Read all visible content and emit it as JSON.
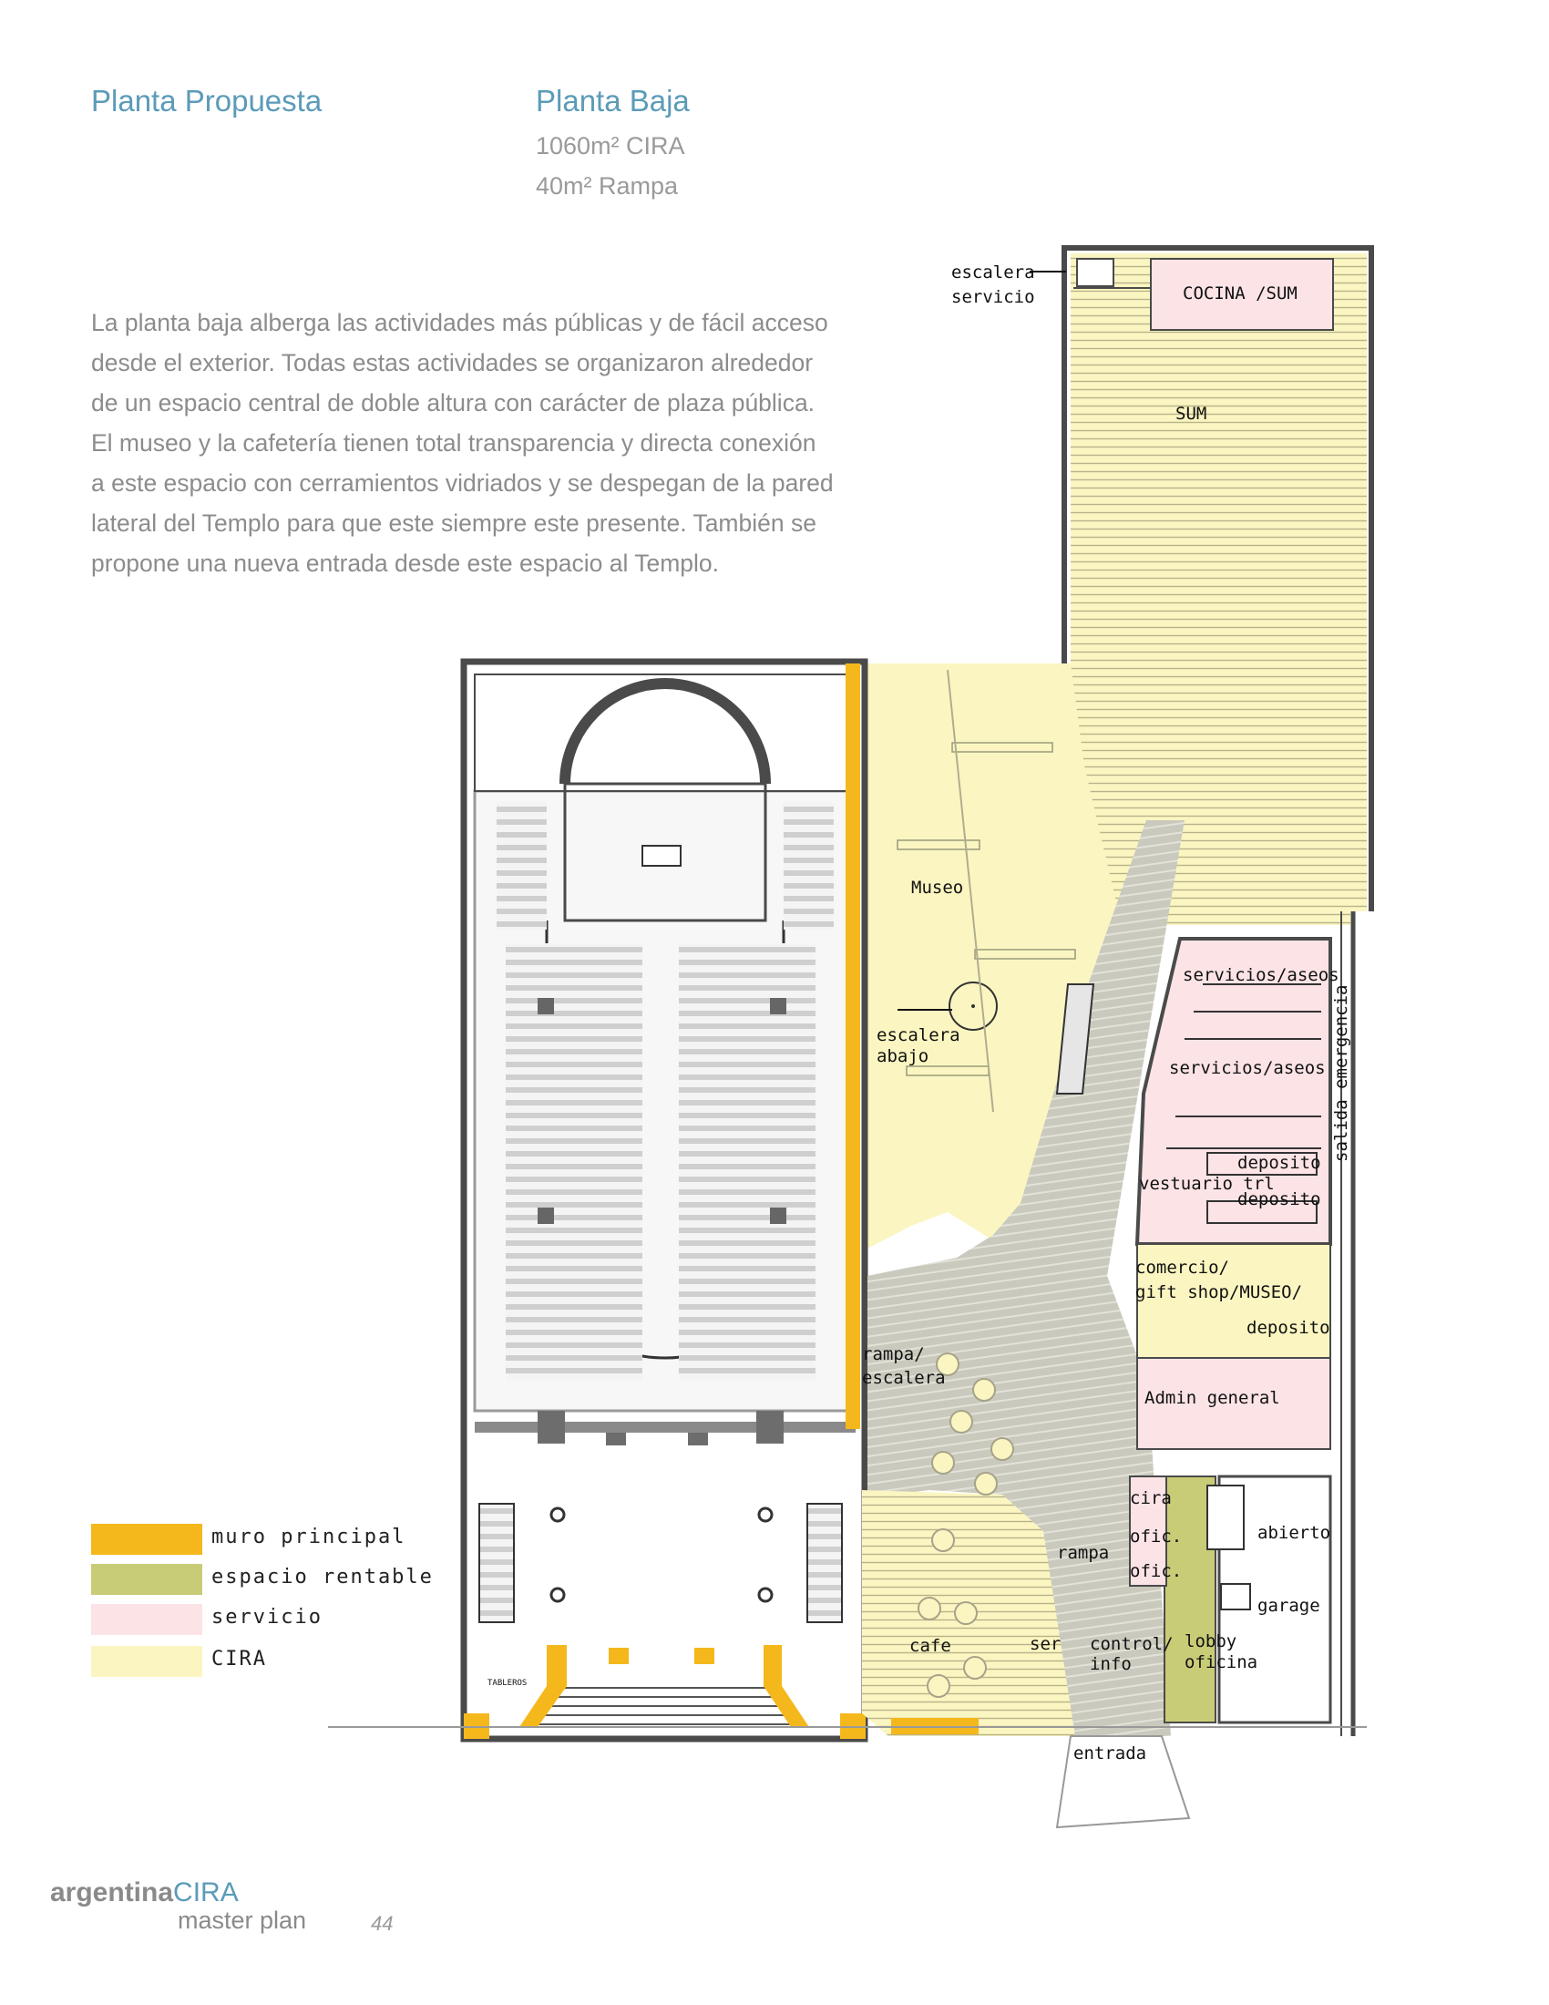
{
  "header": {
    "left_title": "Planta Propuesta",
    "right_title": "Planta Baja",
    "area_cira": "1060m² CIRA",
    "area_rampa": "40m² Rampa"
  },
  "intro_lines": [
    "La planta baja alberga las actividades más públicas y de fácil acceso",
    "desde el exterior.  Todas estas actividades se organizaron alrededor",
    "de un espacio central de doble altura con carácter de plaza pública.",
    "El museo y la cafetería tienen total transparencia y directa conexión",
    "a este espacio con cerramientos vidriados y se despegan de la pared",
    "lateral del Templo para que este siempre este presente. También se",
    "propone una nueva entrada desde este espacio al Templo."
  ],
  "plan_labels": {
    "escalera_servicio": [
      "escalera",
      "servicio"
    ],
    "cocina_sum": "COCINA /SUM",
    "sum": "SUM",
    "museo": "Museo",
    "escalera_abajo": [
      "escalera",
      "abajo"
    ],
    "servicios_aseos_1": "servicios/aseos",
    "servicios_aseos_2": "servicios/aseos",
    "salida_emergencia": "salida emergencia",
    "deposito_1": "deposito",
    "vestuario": "vestuario trl",
    "deposito_2": "deposito",
    "comercio": [
      "comercio/",
      "gift shop/MUSEO/"
    ],
    "deposito_3": "deposito",
    "admin": "Admin general",
    "rampa_escalera": [
      "rampa/",
      "escalera"
    ],
    "cira": "cira",
    "ofic_1": "ofic.",
    "ofic_2": "ofic.",
    "abierto": "abierto",
    "garage": "garage",
    "rampa": "rampa",
    "lobby": [
      "lobby",
      "oficina"
    ],
    "cafe": "cafe",
    "ser": "ser",
    "control": [
      "control/",
      "info"
    ],
    "entrada": "entrada",
    "tableros": "TABLEROS"
  },
  "legend": [
    {
      "label": "muro principal",
      "color": "#f5b81c"
    },
    {
      "label": "espacio rentable",
      "color": "#c9cc76"
    },
    {
      "label": "servicio",
      "color": "#fbe3e6"
    },
    {
      "label": "CIRA",
      "color": "#fbf6c1"
    }
  ],
  "footer": {
    "brand_a": "argentina",
    "brand_b": "CIRA",
    "subtitle": "master plan",
    "page": "44"
  },
  "colors": {
    "title_blue": "#5b9bb8",
    "cira_yellow": "#fbf6c1",
    "muro_orange": "#f5b81c",
    "rentable_olive": "#c9cc76",
    "servicio_pink": "#fbe3e6",
    "ramp_gray": "#c8c8bc",
    "wall_dark": "#4a4a4a"
  }
}
